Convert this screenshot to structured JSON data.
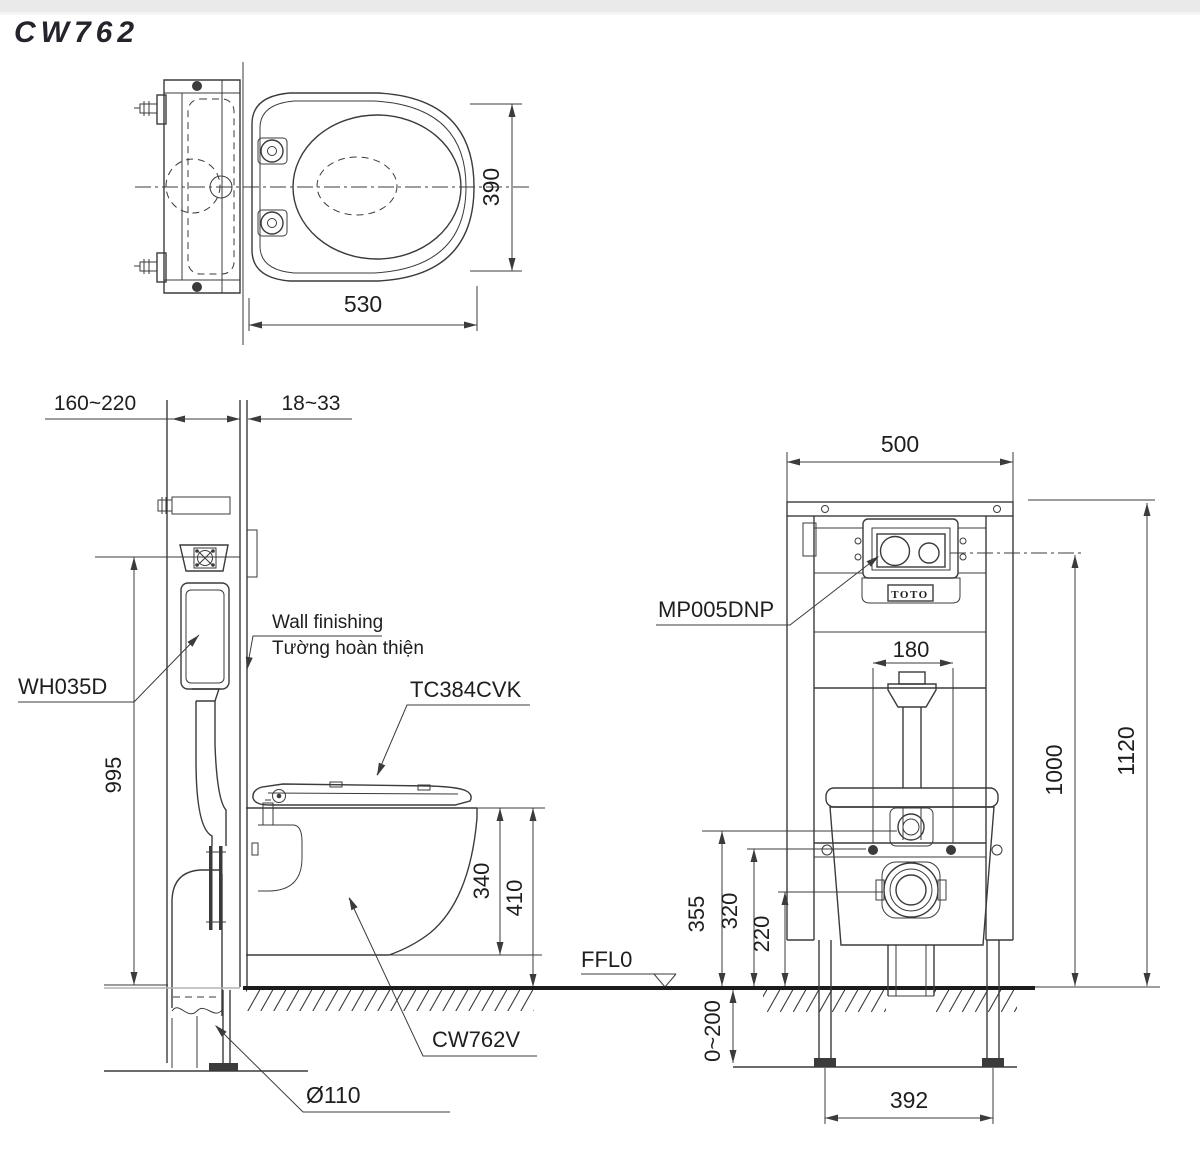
{
  "title": "CW762",
  "top_view": {
    "width": "530",
    "depth": "390"
  },
  "side_view": {
    "frame_depth": "160~220",
    "finish": "18~33",
    "tank": "WH035D",
    "wall_en": "Wall finishing",
    "wall_vi": "Tường hoàn thiện",
    "seat": "TC384CVK",
    "inlet_height": "995",
    "bowl_height": "340",
    "rim_height": "410",
    "floor": "FFL0",
    "bowl": "CW762V",
    "drain": "Ø110"
  },
  "front_view": {
    "width": "500",
    "plate": "MP005DNP",
    "brand": "TOTO",
    "pipe_width": "180",
    "plate_height": "1000",
    "frame_height": "1120",
    "inlet": "355",
    "bolts": "320",
    "outlet": "220",
    "adjust": "0~200",
    "feet": "392"
  }
}
